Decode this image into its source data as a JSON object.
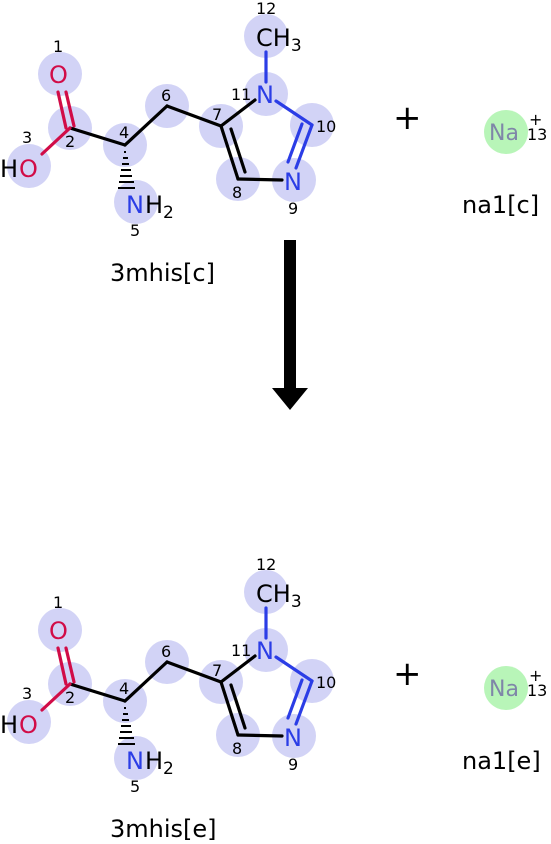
{
  "reactant": {
    "name": "3mhis[c]",
    "atoms": {
      "O1": "O",
      "H_OH": "H",
      "O3": "O",
      "N5": "N",
      "H5": "H",
      "H5_sub": "2",
      "N11": "N",
      "N9": "N",
      "C12": "CH",
      "C12_sub": "3"
    },
    "indices": [
      "1",
      "2",
      "3",
      "4",
      "5",
      "6",
      "7",
      "8",
      "9",
      "10",
      "11",
      "12"
    ]
  },
  "reactant_ion": {
    "name": "na1[c]",
    "symbol": "Na",
    "charge": "+",
    "index": "13"
  },
  "product": {
    "name": "3mhis[e]",
    "atoms": {
      "O1": "O",
      "H_OH": "H",
      "O3": "O",
      "N5": "N",
      "H5": "H",
      "H5_sub": "2",
      "N11": "N",
      "N9": "N",
      "C12": "CH",
      "C12_sub": "3"
    },
    "indices": [
      "1",
      "2",
      "3",
      "4",
      "5",
      "6",
      "7",
      "8",
      "9",
      "10",
      "11",
      "12"
    ]
  },
  "product_ion": {
    "name": "na1[e]",
    "symbol": "Na",
    "charge": "+",
    "index": "13"
  },
  "operators": {
    "plus_top": "+",
    "plus_bottom": "+"
  }
}
